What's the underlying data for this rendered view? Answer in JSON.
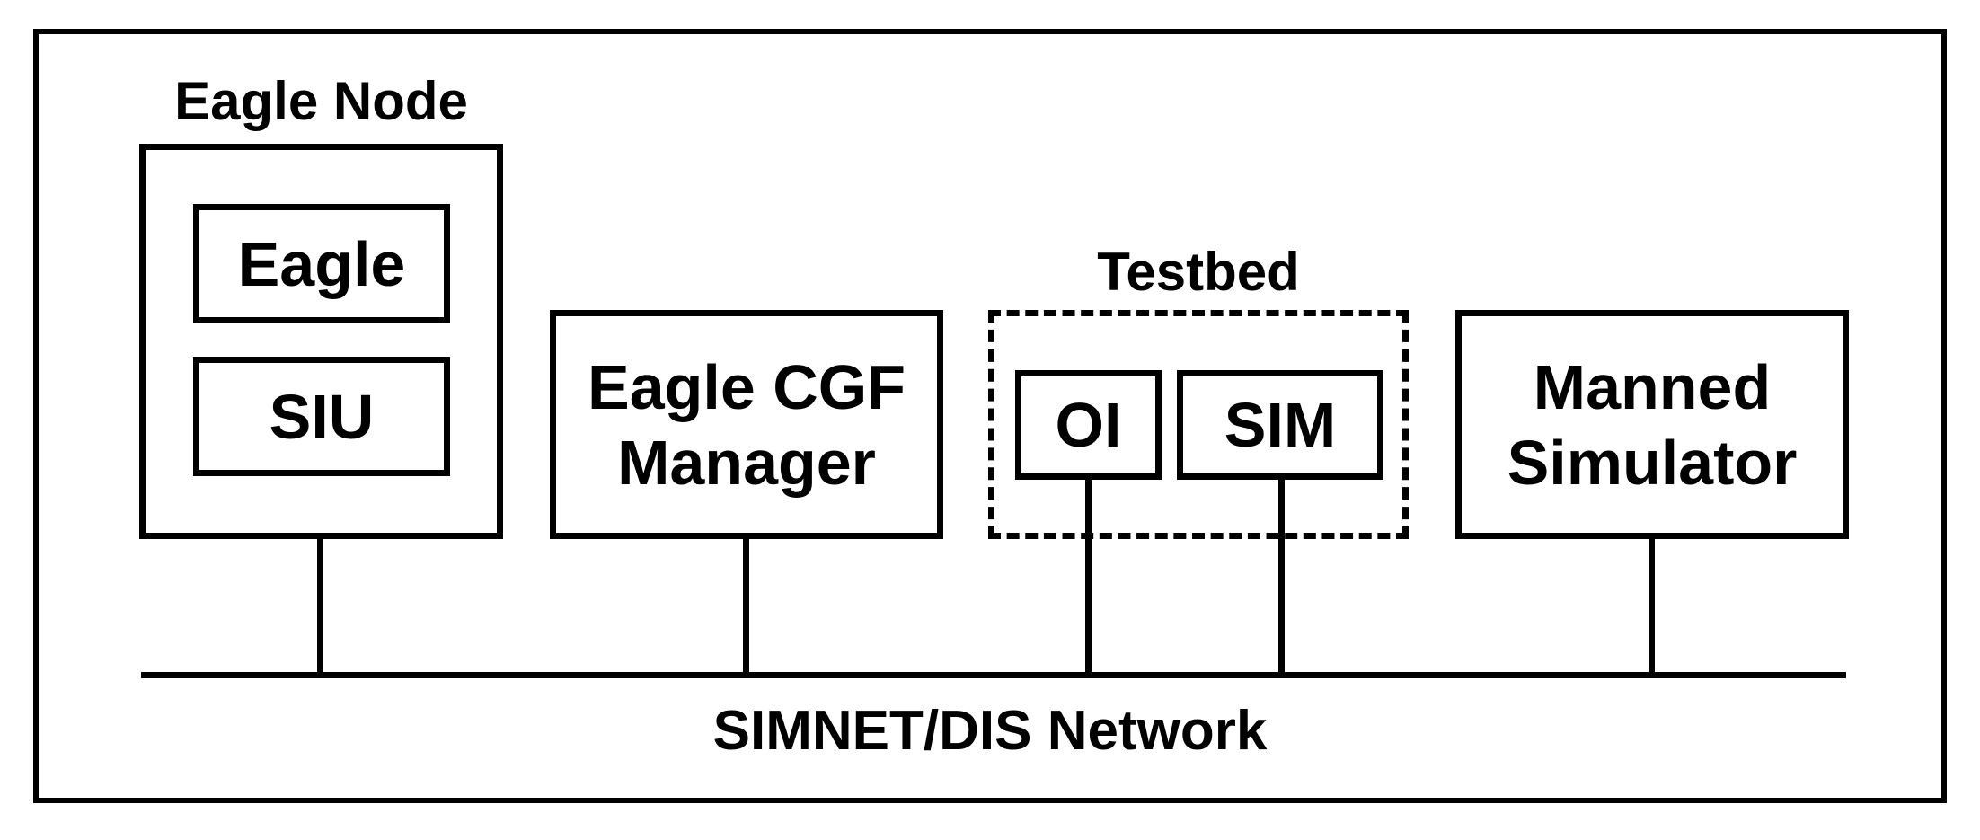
{
  "diagram": {
    "eagle_node": {
      "title": "Eagle Node",
      "eagle": "Eagle",
      "siu": "SIU"
    },
    "cgf_manager": {
      "line1": "Eagle CGF",
      "line2": "Manager"
    },
    "testbed": {
      "title": "Testbed",
      "oi": "OI",
      "sim": "SIM"
    },
    "manned_simulator": {
      "line1": "Manned",
      "line2": "Simulator"
    },
    "network": {
      "label": "SIMNET/DIS Network"
    }
  }
}
